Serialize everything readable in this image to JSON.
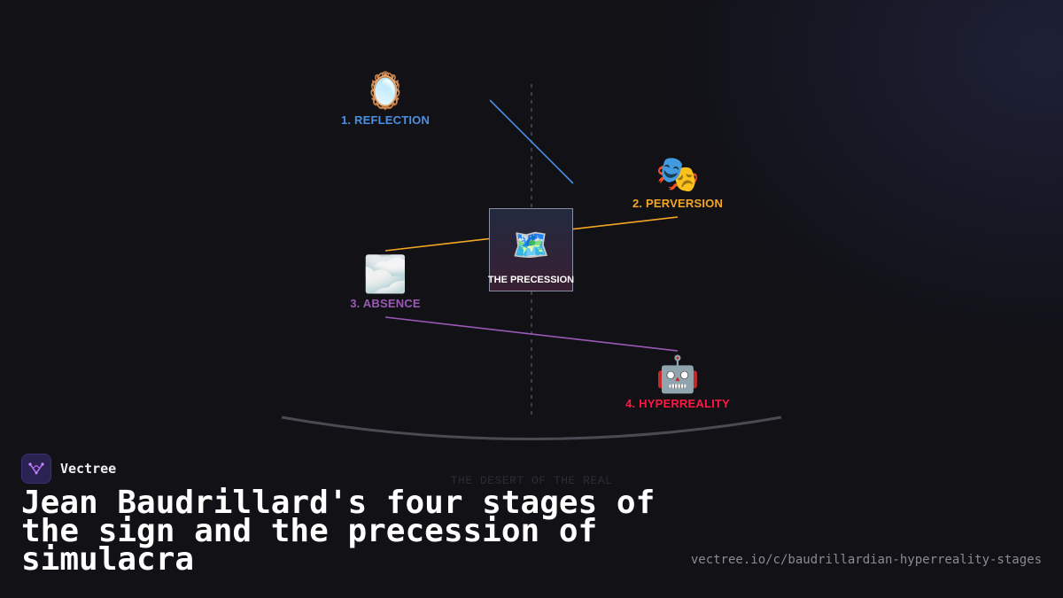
{
  "colors": {
    "reflection": "#4a90e2",
    "perversion": "#f5a623",
    "absence": "#9b59b6",
    "hyperreality": "#ff1744",
    "axis": "#4a4a55",
    "arc": "#4a4a52"
  },
  "stages": [
    {
      "label": "1. REFLECTION",
      "icon": "mirror-icon",
      "emoji": "🪞"
    },
    {
      "label": "2. PERVERSION",
      "icon": "theater-masks-icon",
      "emoji": "🎭"
    },
    {
      "label": "3. ABSENCE",
      "icon": "cloud-icon",
      "emoji": "🌫️"
    },
    {
      "label": "4. HYPERREALITY",
      "icon": "robot-icon",
      "emoji": "🤖"
    }
  ],
  "center": {
    "label": "THE PRECESSION",
    "icon": "world-map-icon",
    "emoji": "🗺️"
  },
  "desert_label": "THE DESERT OF THE REAL",
  "brand": {
    "name": "Vectree",
    "logo": "vectree-logo-icon"
  },
  "headline": "Jean Baudrillard's four stages of the sign and the precession of simulacra",
  "url": "vectree.io/c/baudrillardian-hyperreality-stages"
}
